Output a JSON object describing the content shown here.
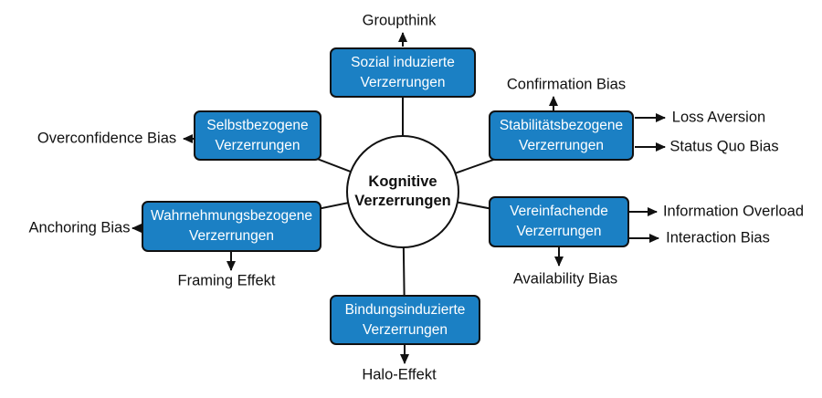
{
  "diagram": {
    "center": {
      "line1": "Kognitive",
      "line2": "Verzerrungen"
    },
    "nodes": [
      {
        "line1": "Sozial induzierte",
        "line2": "Verzerrungen",
        "examples": [
          "Groupthink"
        ]
      },
      {
        "line1": "Selbstbezogene",
        "line2": "Verzerrungen",
        "examples": [
          "Overconfidence Bias"
        ]
      },
      {
        "line1": "Stabilitätsbezogene",
        "line2": "Verzerrungen",
        "examples": [
          "Confirmation Bias",
          "Loss Aversion",
          "Status Quo Bias"
        ]
      },
      {
        "line1": "Wahrnehmungsbezogene",
        "line2": "Verzerrungen",
        "examples": [
          "Anchoring Bias",
          "Framing Effekt"
        ]
      },
      {
        "line1": "Vereinfachende",
        "line2": "Verzerrungen",
        "examples": [
          "Information Overload",
          "Interaction Bias",
          "Availability Bias"
        ]
      },
      {
        "line1": "Bindungsinduzierte",
        "line2": "Verzerrungen",
        "examples": [
          "Halo-Effekt"
        ]
      }
    ],
    "colors": {
      "box_fill": "#1b80c4",
      "box_border": "#111111",
      "box_text": "#ffffff",
      "line": "#111111",
      "label_text": "#111111",
      "background": "#ffffff"
    }
  }
}
